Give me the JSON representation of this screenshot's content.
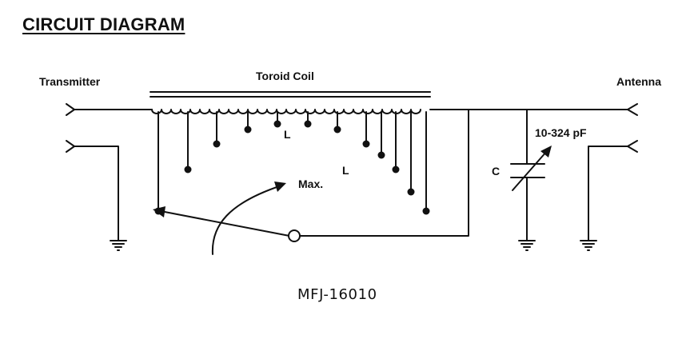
{
  "title": "CIRCUIT DIAGRAM",
  "labels": {
    "transmitter": "Transmitter",
    "toroid_coil": "Toroid Coil",
    "antenna": "Antenna",
    "capacitance": "10-324 pF",
    "capacitor": "C",
    "inductor_1": "L",
    "inductor_2": "L",
    "max": "Max."
  },
  "model": "MFJ-16010",
  "colors": {
    "ink": "#111111",
    "background": "#ffffff"
  }
}
